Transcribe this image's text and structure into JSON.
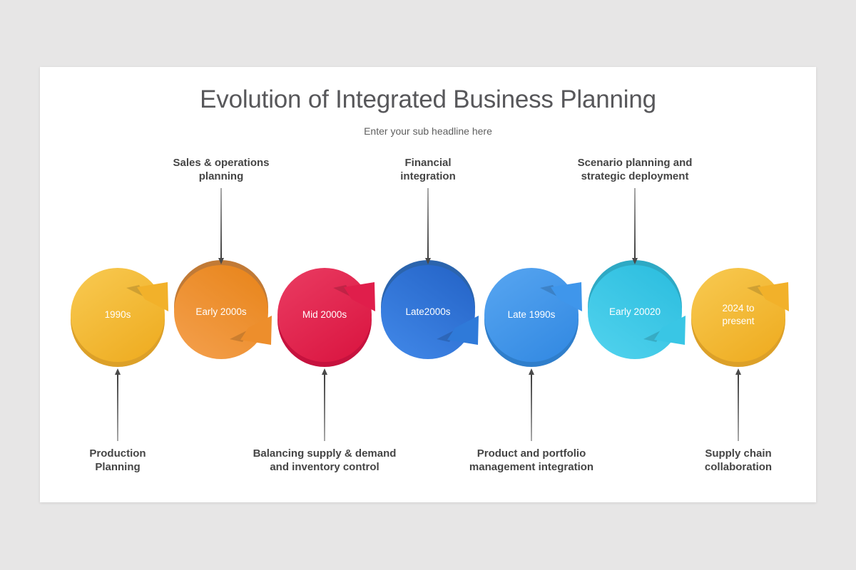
{
  "page": {
    "background_color": "#e7e6e6",
    "card_background": "#ffffff",
    "connector_color": "#4a4a4a",
    "label_color": "#454545"
  },
  "header": {
    "title": "Evolution of Integrated Business Planning",
    "subtitle": "Enter your sub headline here",
    "title_color": "#57575a",
    "subtitle_color": "#5f5f5f"
  },
  "milestones": [
    {
      "period": "1990s",
      "period_lines": [
        "1990s"
      ],
      "label": "Production Planning",
      "label_lines": [
        "Production",
        "Planning"
      ],
      "label_position": "bottom",
      "colors": {
        "light": "#F8CA52",
        "base": "#EFAE24",
        "rim": "#DCA028",
        "arrow": "#F2B12A"
      }
    },
    {
      "period": "Early 2000s",
      "period_lines": [
        "Early 2000s"
      ],
      "label": "Sales & operations planning",
      "label_lines": [
        "Sales & operations",
        "planning"
      ],
      "label_position": "top",
      "colors": {
        "light": "#F4A04E",
        "base": "#E9871F",
        "rim": "#C17A36",
        "arrow": "#ED8E2C"
      }
    },
    {
      "period": "Mid 2000s",
      "period_lines": [
        "Mid 2000s"
      ],
      "label": "Balancing supply & demand and inventory control",
      "label_lines": [
        "Balancing supply & demand",
        "and inventory control"
      ],
      "label_position": "bottom",
      "colors": {
        "light": "#EA3C62",
        "base": "#DB1843",
        "rim": "#C6123E",
        "arrow": "#E01E4B"
      }
    },
    {
      "period": "Late2000s",
      "period_lines": [
        "Late2000s"
      ],
      "label": "Financial integration",
      "label_lines": [
        "Financial",
        "integration"
      ],
      "label_position": "top",
      "colors": {
        "light": "#4289E9",
        "base": "#2767CA",
        "rim": "#2B64AD",
        "arrow": "#2F7AD9"
      }
    },
    {
      "period": "Late 1990s",
      "period_lines": [
        "Late 1990s"
      ],
      "label": "Product and portfolio management integration",
      "label_lines": [
        "Product and portfolio",
        "management integration"
      ],
      "label_position": "bottom",
      "colors": {
        "light": "#58A6F1",
        "base": "#358BE3",
        "rim": "#2F7ECB",
        "arrow": "#3F96EB"
      }
    },
    {
      "period": "Early 20020",
      "period_lines": [
        "Early 20020"
      ],
      "label": "Scenario planning and strategic deployment",
      "label_lines": [
        "Scenario planning and",
        "strategic deployment"
      ],
      "label_position": "top",
      "colors": {
        "light": "#52D3EE",
        "base": "#2FBFE0",
        "rim": "#2EA9C4",
        "arrow": "#39C6E5"
      }
    },
    {
      "period": "2024 to present",
      "period_lines": [
        "2024 to",
        "present"
      ],
      "label": "Supply chain collaboration",
      "label_lines": [
        "Supply chain",
        "collaboration"
      ],
      "label_position": "bottom",
      "colors": {
        "light": "#F8CA52",
        "base": "#EFAE24",
        "rim": "#DCA028",
        "arrow": "#F2B12A"
      }
    }
  ]
}
